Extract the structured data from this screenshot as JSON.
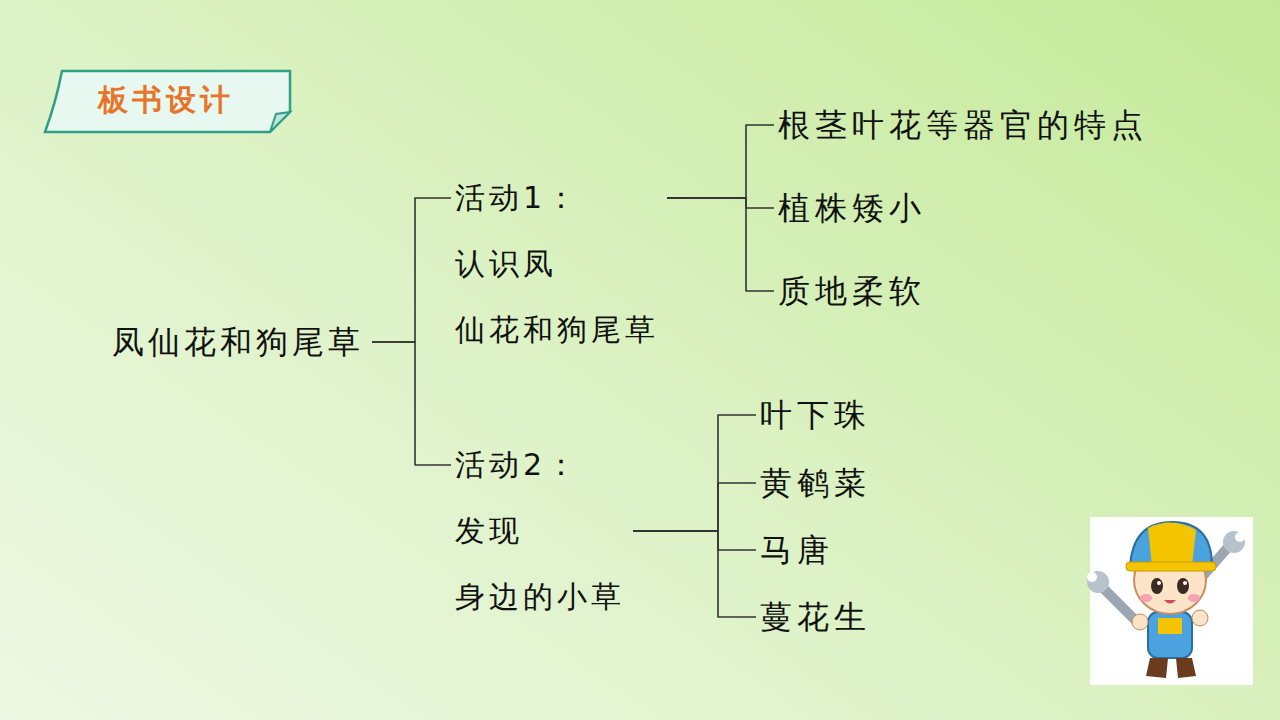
{
  "diagram": {
    "title": "板书设计",
    "nodes": [
      {
        "text": [
          "凤仙花和狗尾草"
        ]
      },
      {
        "text": [
          "活动1：认识凤 仙花和狗尾草"
        ]
      },
      {
        "text": [
          "根茎叶花等器官的特点"
        ]
      },
      {
        "text": [
          "植株矮小"
        ]
      },
      {
        "text": [
          "质地柔软"
        ]
      },
      {
        "text": [
          "活动2：发现 身边的小草"
        ]
      },
      {
        "text": [
          "叶下珠"
        ]
      },
      {
        "text": [
          "黄鹌菜"
        ]
      },
      {
        "text": [
          "马唐"
        ]
      },
      {
        "text": [
          "蔓花生"
        ]
      }
    ],
    "edges": [
      {
        "from": 0,
        "to": 1,
        "arrow": "none"
      },
      {
        "from": 0,
        "to": 5,
        "arrow": "none"
      },
      {
        "from": 1,
        "to": 2,
        "arrow": "none"
      },
      {
        "from": 1,
        "to": 3,
        "arrow": "none"
      },
      {
        "from": 1,
        "to": 4,
        "arrow": "none"
      },
      {
        "from": 5,
        "to": 6,
        "arrow": "none"
      },
      {
        "from": 5,
        "to": 7,
        "arrow": "none"
      },
      {
        "from": 5,
        "to": 8,
        "arrow": "none"
      },
      {
        "from": 5,
        "to": 9,
        "arrow": "none"
      }
    ]
  }
}
